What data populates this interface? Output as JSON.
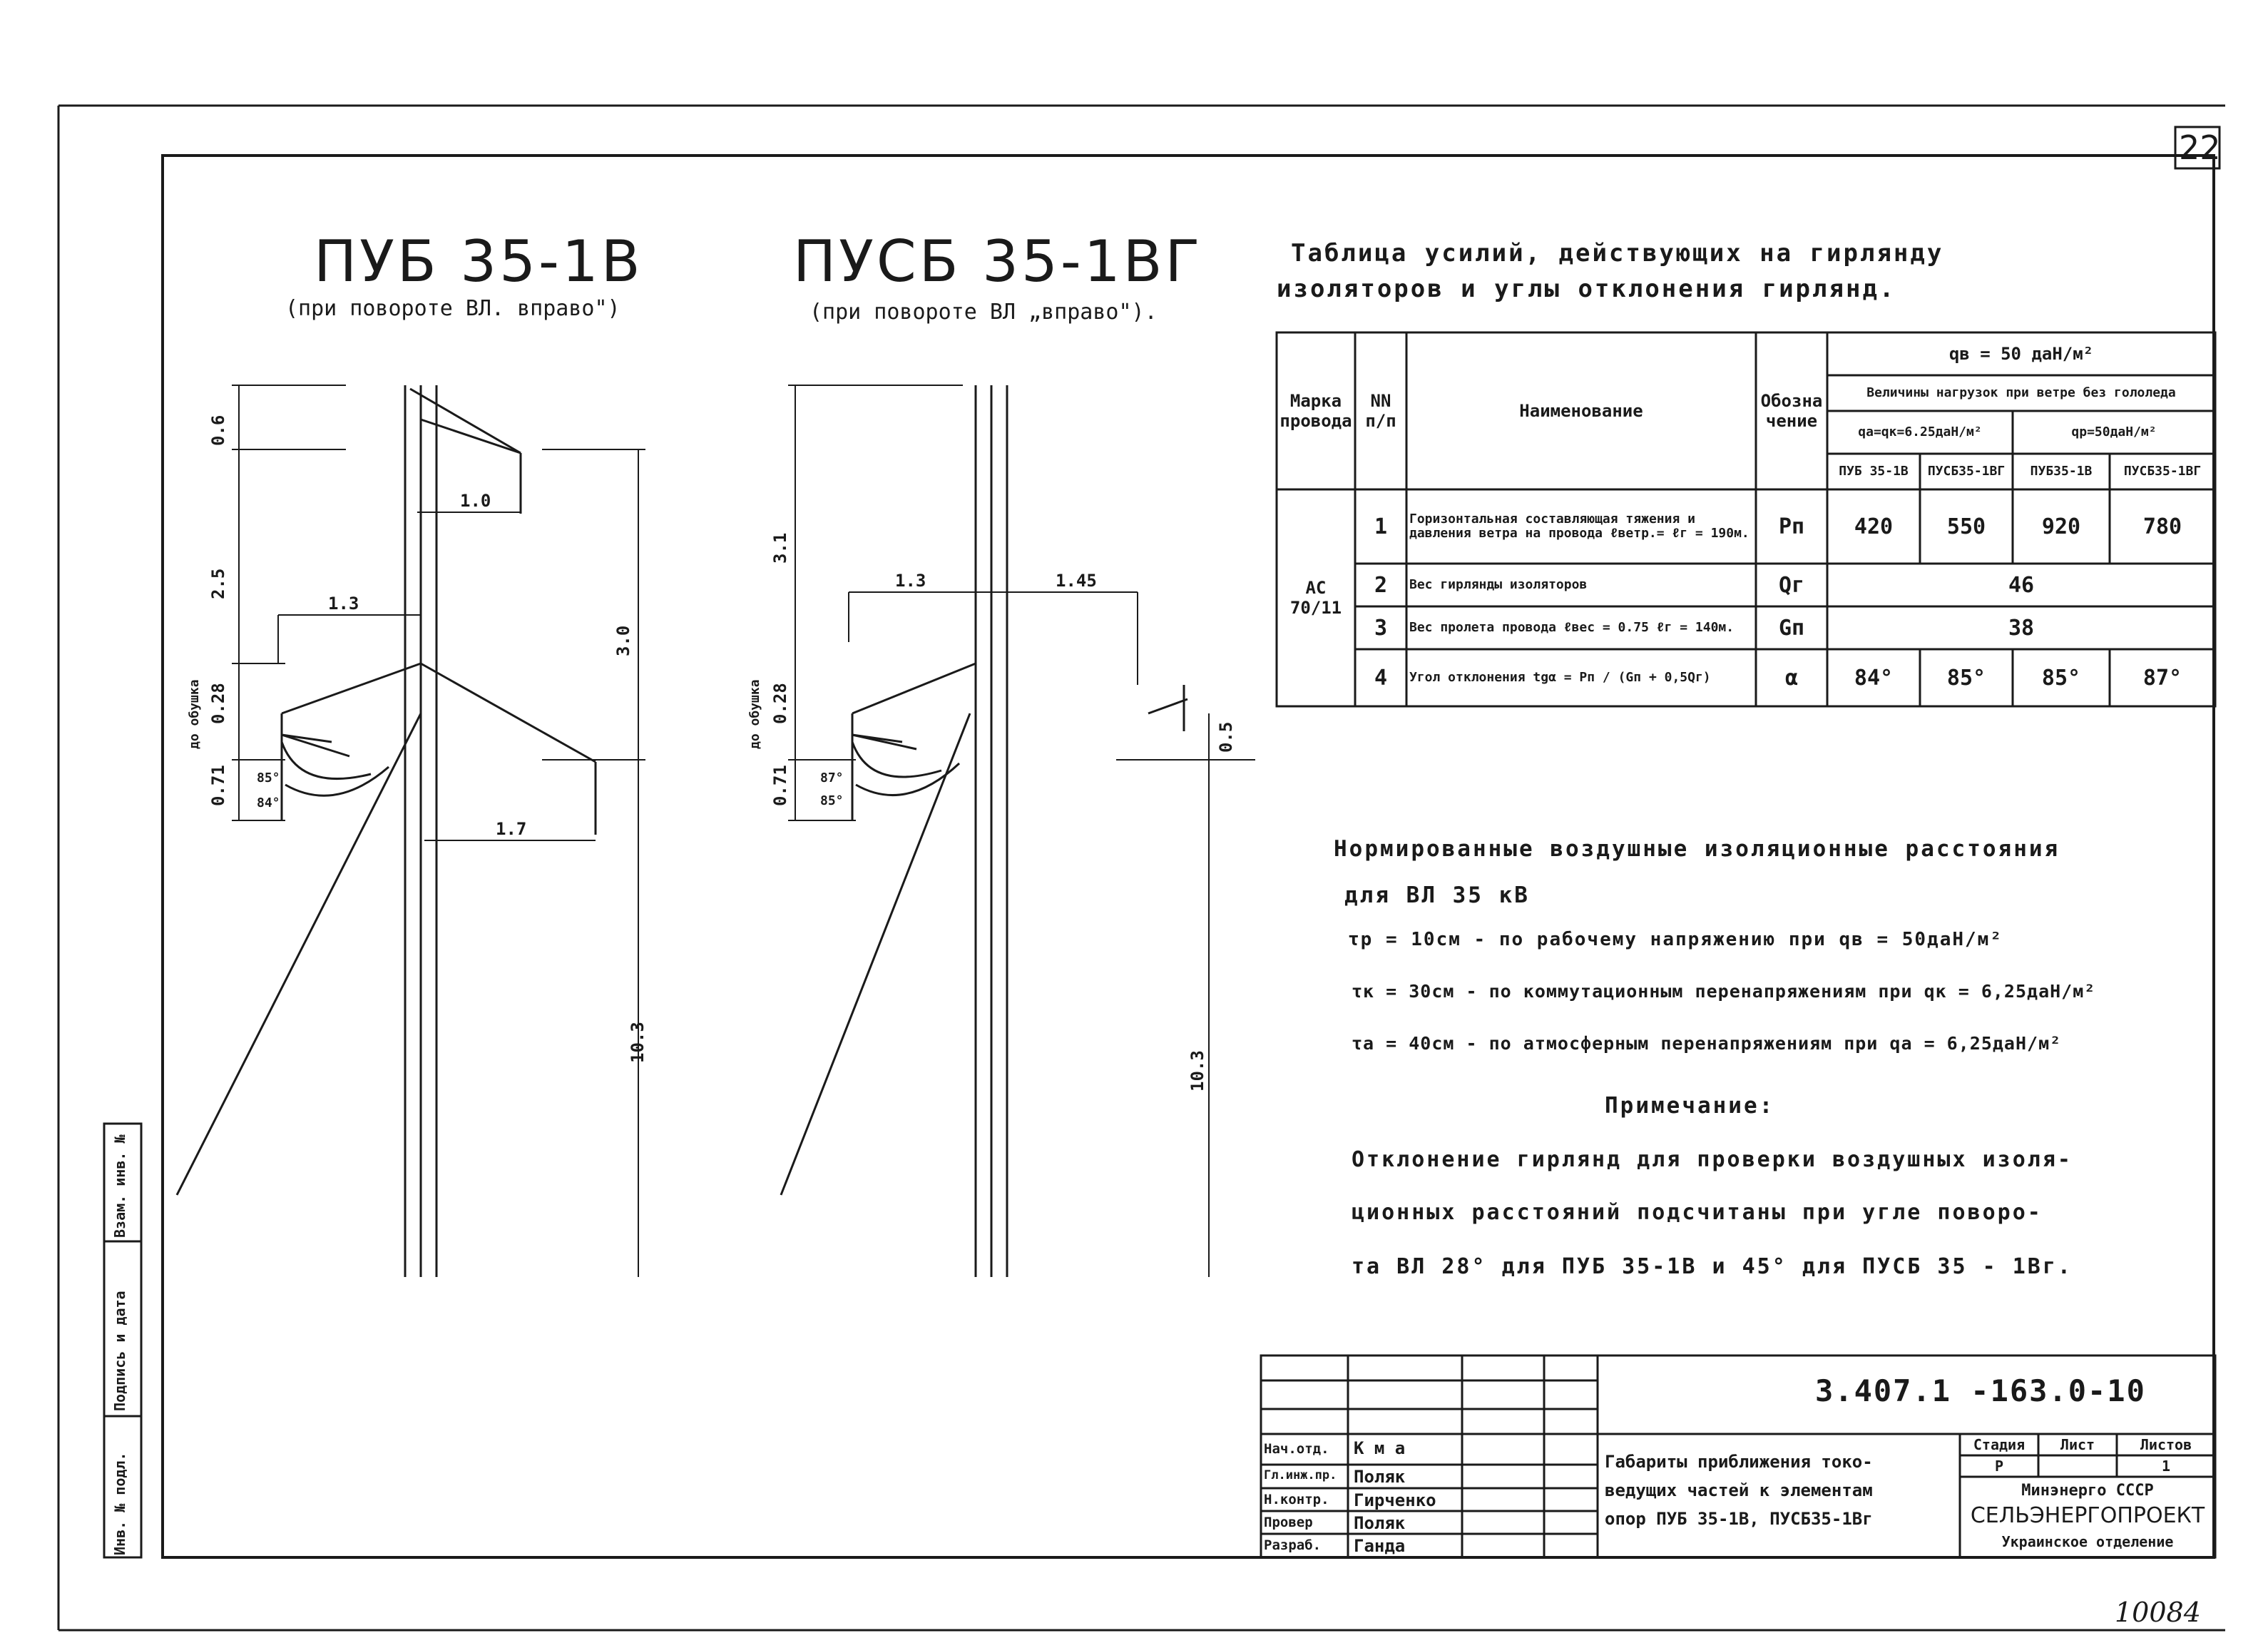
{
  "sheet_number": "22",
  "left_title": "ПУБ 35-1В",
  "left_subtitle": "(при повороте ВЛ. вправо\")",
  "right_title": "ПУСБ 35-1ВГ",
  "right_subtitle": "(при повороте ВЛ „вправо\").",
  "left_dims": {
    "d06": "0.6",
    "d25": "2.5",
    "d10": "1.0",
    "d13": "1.3",
    "d30": "3.0",
    "d028": "0.28",
    "d071": "0.71",
    "d17": "1.7",
    "d103": "10.3",
    "to_attach": "до обушка",
    "a85": "85°",
    "a84": "84°"
  },
  "right_dims": {
    "d31": "3.1",
    "d13": "1.3",
    "d145": "1.45",
    "d028": "0.28",
    "d071": "0.71",
    "d05": "0.5",
    "d103": "10.3",
    "to_attach": "до обушка",
    "a87": "87°",
    "a85": "85°"
  },
  "table": {
    "caption_line1": "Таблица усилий, действующих на гирлянду",
    "caption_line2": "изоляторов и углы отклонения гирлянд.",
    "head_marka": "Марка провода",
    "head_nn": "NN п/п",
    "head_name": "Наименование",
    "head_oboz": "Обозначение",
    "head_qv": "qв = 50 даН/м²",
    "head_loads": "Величины нагрузок при ветре без гололеда",
    "head_qa": "qа=qк=6.25даН/м²",
    "head_qr": "qр=50даН/м²",
    "sub_cols": [
      "ПУБ 35-1В",
      "ПУСБ35-1ВГ",
      "ПУБ35-1В",
      "ПУСБ35-1ВГ"
    ],
    "marka": "АС 70/11",
    "rows": [
      {
        "n": "1",
        "name": "Горизонтальная составляющая тяжения и давления ветра на провода ℓветр.= ℓг = 190м.",
        "sym": "Pп",
        "vals": [
          "420",
          "550",
          "920",
          "780"
        ]
      },
      {
        "n": "2",
        "name": "Вес гирлянды изоляторов",
        "sym": "Qг",
        "merged": "46"
      },
      {
        "n": "3",
        "name": "Вес пролета провода ℓвес = 0.75 ℓг = 140м.",
        "sym": "Gп",
        "merged": "38"
      },
      {
        "n": "4",
        "name": "Угол отклонения tgα = Pп / (Gп + 0,5Qг)",
        "sym": "α",
        "vals": [
          "84°",
          "85°",
          "85°",
          "87°"
        ]
      }
    ]
  },
  "notes": {
    "line1": "Нормированные воздушные изоляционные расстояния",
    "line2": "для ВЛ 35 кВ",
    "line3": "τр = 10см - по рабочему напряжению при qв = 50даН/м²",
    "line4": "τк = 30см - по коммутационным перенапряжениям при qк = 6,25даН/м²",
    "line5": "τа = 40см - по атмосферным перенапряжениям при qа = 6,25даН/м²",
    "heading": "Примечание:",
    "p1": "Отклонение гирлянд для проверки воздушных изоля-",
    "p2": "ционных расстояний подсчитаны при угле поворо-",
    "p3": "та ВЛ 28° для ПУБ 35-1В и 45° для ПУСБ 35 - 1Вг."
  },
  "stamp": {
    "code": "3.407.1 -163.0-10",
    "desc1": "Габариты приближения токо-",
    "desc2": "ведущих частей к элементам",
    "desc3": "опор ПУБ 35-1В, ПУСБ35-1Вг",
    "stage_h": "Стадия",
    "sheet_h": "Лист",
    "sheets_h": "Листов",
    "stage": "Р",
    "sheet": "",
    "sheets": "1",
    "org1": "Минэнерго СССР",
    "org2": "СЕЛЬЭНЕРГОПРОЕКТ",
    "org3": "Украинское отделение",
    "roles": [
      {
        "role": "Нач.отд.",
        "name": "К м а"
      },
      {
        "role": "Гл.инж.пр.",
        "name": "Поляк"
      },
      {
        "role": "Н.контр.",
        "name": "Гирченко"
      },
      {
        "role": "Провер",
        "name": "Поляк"
      },
      {
        "role": "Разраб.",
        "name": "Ганда"
      }
    ]
  },
  "side_stamp": [
    "Инв. № подл.",
    "Подпись и дата",
    "Взам. инв. №"
  ],
  "archive_number": "10084"
}
